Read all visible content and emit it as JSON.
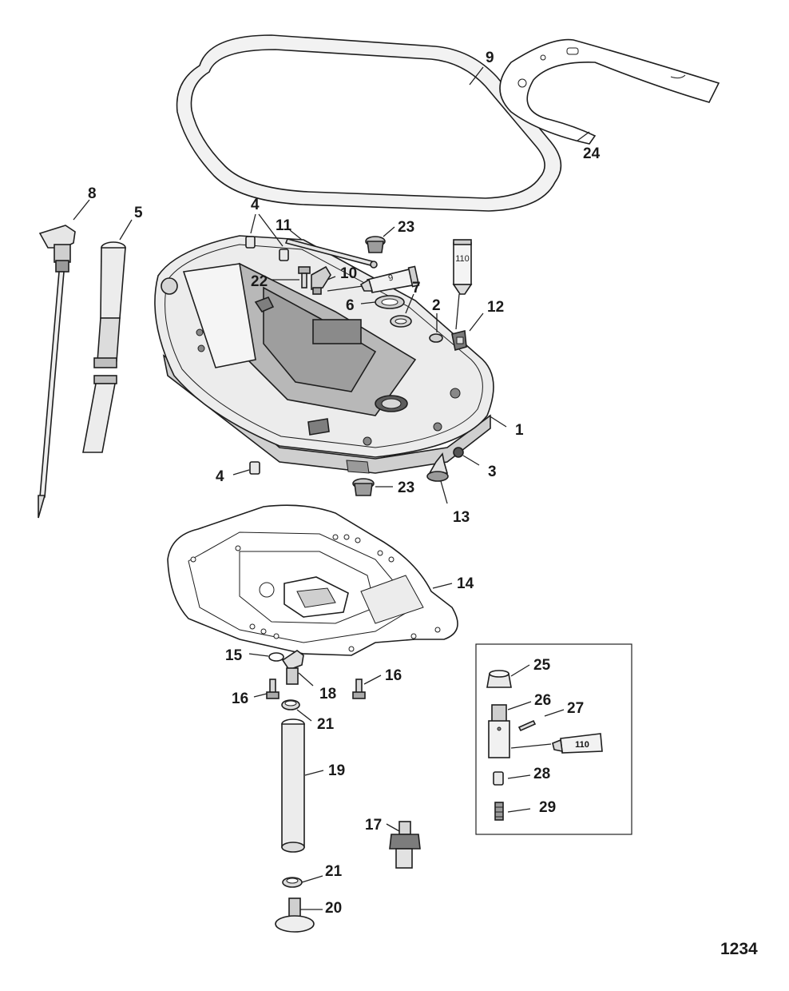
{
  "figure_number": "1234",
  "inset_box": true,
  "tube_labels": {
    "grease_9": "9",
    "grease_110_upper": "110",
    "grease_110_inset": "110"
  },
  "callouts": {
    "c1": "1",
    "c2": "2",
    "c3": "3",
    "c4a": "4",
    "c4b": "4",
    "c5": "5",
    "c6": "6",
    "c7": "7",
    "c8": "8",
    "c9": "9",
    "c10": "10",
    "c11": "11",
    "c12": "12",
    "c13": "13",
    "c14": "14",
    "c15": "15",
    "c16a": "16",
    "c16b": "16",
    "c17": "17",
    "c18": "18",
    "c19": "19",
    "c20": "20",
    "c21a": "21",
    "c21b": "21",
    "c22": "22",
    "c23a": "23",
    "c23b": "23",
    "c24": "24",
    "c25": "25",
    "c26": "26",
    "c27": "27",
    "c28": "28",
    "c29": "29"
  }
}
